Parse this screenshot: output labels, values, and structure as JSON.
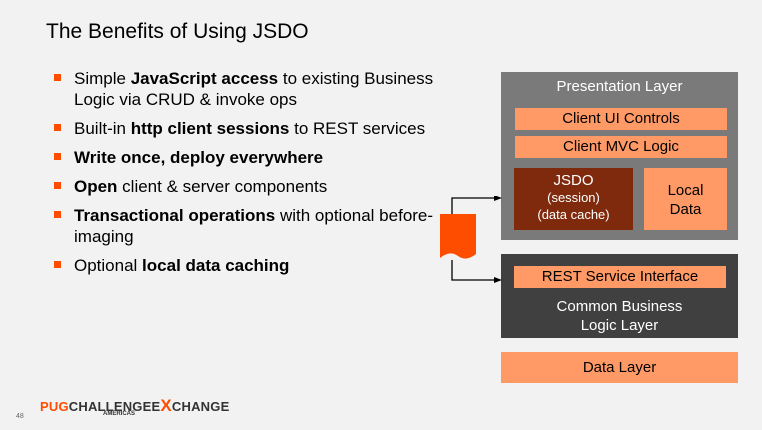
{
  "slide": {
    "title": "The Benefits of Using JSDO",
    "page_number": "48"
  },
  "bullets": [
    {
      "pre": "Simple ",
      "bold": "JavaScript access",
      "post": " to existing Business Logic via CRUD & invoke ops"
    },
    {
      "pre": "Built-in ",
      "bold": "http client sessions",
      "post": " to REST services"
    },
    {
      "pre": "",
      "bold": "Write once, deploy everywhere",
      "post": ""
    },
    {
      "pre": "",
      "bold": "Open",
      "post": " client & server components"
    },
    {
      "pre": "",
      "bold": "Transactional operations",
      "post": " with optional before-imaging"
    },
    {
      "pre": "Optional ",
      "bold": "local data caching",
      "post": ""
    }
  ],
  "diagram": {
    "presentation_layer": "Presentation Layer",
    "client_ui_controls": "Client UI Controls",
    "client_mvc_logic": "Client MVC Logic",
    "jsdo": "JSDO",
    "jsdo_session": "(session)",
    "jsdo_cache": "(data cache)",
    "local_data_1": "Local",
    "local_data_2": "Data",
    "rest_interface": "REST Service Interface",
    "business_logic_1": "Common Business",
    "business_logic_2": "Logic Layer",
    "data_layer": "Data Layer"
  },
  "footer": {
    "logo_pug": "PUG",
    "logo_challenge": "CHALLENGE",
    "logo_e": "E",
    "logo_x": "X",
    "logo_change": "CHANGE",
    "logo_sub": "AMERICAS"
  },
  "colors": {
    "accent": "#ff4d00",
    "box_orange": "#ff9966",
    "jsdo_box": "#7f2a0c",
    "presentation_bg": "#7a7a7a",
    "logic_bg": "#404040"
  }
}
